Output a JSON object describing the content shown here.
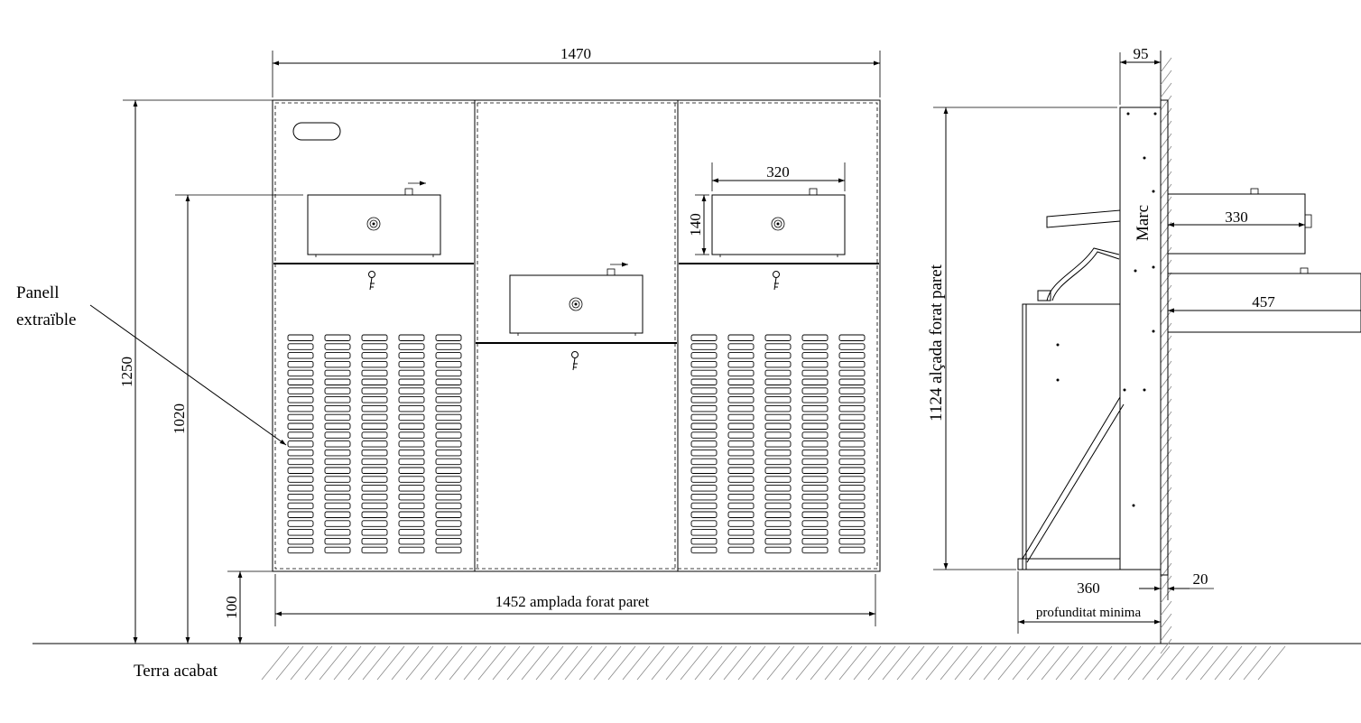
{
  "dimensions": {
    "total_width": "1470",
    "total_height": "1250",
    "basin_height": "1020",
    "base_height": "100",
    "wall_opening_width": "1452 amplada forat paret",
    "basin_width": "320",
    "basin_depth": "140",
    "frame_depth": "95",
    "wall_opening_height": "1124 alçada forat paret",
    "upper_basin_projection": "330",
    "lower_basin_projection": "457",
    "min_depth_value": "360",
    "min_depth_label": "profunditat minima",
    "frame_overlap": "20"
  },
  "labels": {
    "panel_line1": "Panell",
    "panel_line2": "extraïble",
    "finished_floor": "Terra  acabat",
    "frame": "Marc"
  }
}
